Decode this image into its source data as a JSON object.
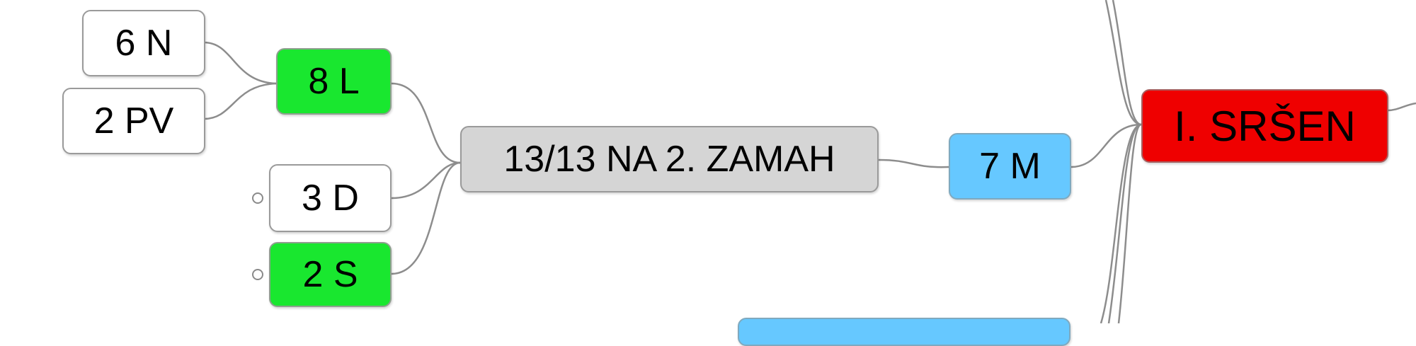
{
  "mindmap": {
    "central": {
      "label": "I. SRŠEN",
      "color": "#ef0000"
    },
    "branch": {
      "label": "7 M",
      "color": "#66c8ff"
    },
    "topic": {
      "label": "13/13 NA 2. ZAMAH",
      "color": "#d5d5d5"
    },
    "subtopics": [
      {
        "label": "8 L",
        "color": "#19e72f"
      },
      {
        "label": "3 D",
        "color": "#ffffff"
      },
      {
        "label": "2 S",
        "color": "#19e72f"
      }
    ],
    "leaves": [
      {
        "label": "6 N",
        "color": "#ffffff"
      },
      {
        "label": "2 PV",
        "color": "#ffffff"
      }
    ]
  }
}
